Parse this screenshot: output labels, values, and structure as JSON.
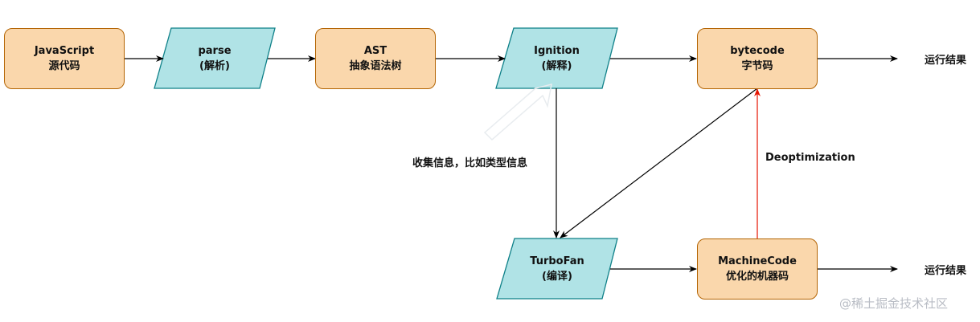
{
  "nodes": {
    "javascript": {
      "line1": "JavaScript",
      "line2": "源代码"
    },
    "parse": {
      "line1": "parse",
      "line2": "(解析)"
    },
    "ast": {
      "line1": "AST",
      "line2": "抽象语法树"
    },
    "ignition": {
      "line1": "Ignition",
      "line2": "(解释)"
    },
    "bytecode": {
      "line1": "bytecode",
      "line2": "字节码"
    },
    "turbofan": {
      "line1": "TurboFan",
      "line2": "(编译)"
    },
    "machinecode": {
      "line1": "MachineCode",
      "line2": "优化的机器码"
    }
  },
  "labels": {
    "collect_info": "收集信息，比如类型信息",
    "deoptimization": "Deoptimization",
    "result_top": "运行结果",
    "result_bottom": "运行结果"
  },
  "watermark": "@稀土掘金技术社区",
  "colors": {
    "process_fill": "#fad7ac",
    "process_border": "#b46504",
    "io_fill": "#b0e3e6",
    "io_border": "#0e8088",
    "arrow": "#000000",
    "deopt_arrow": "#e51400"
  }
}
